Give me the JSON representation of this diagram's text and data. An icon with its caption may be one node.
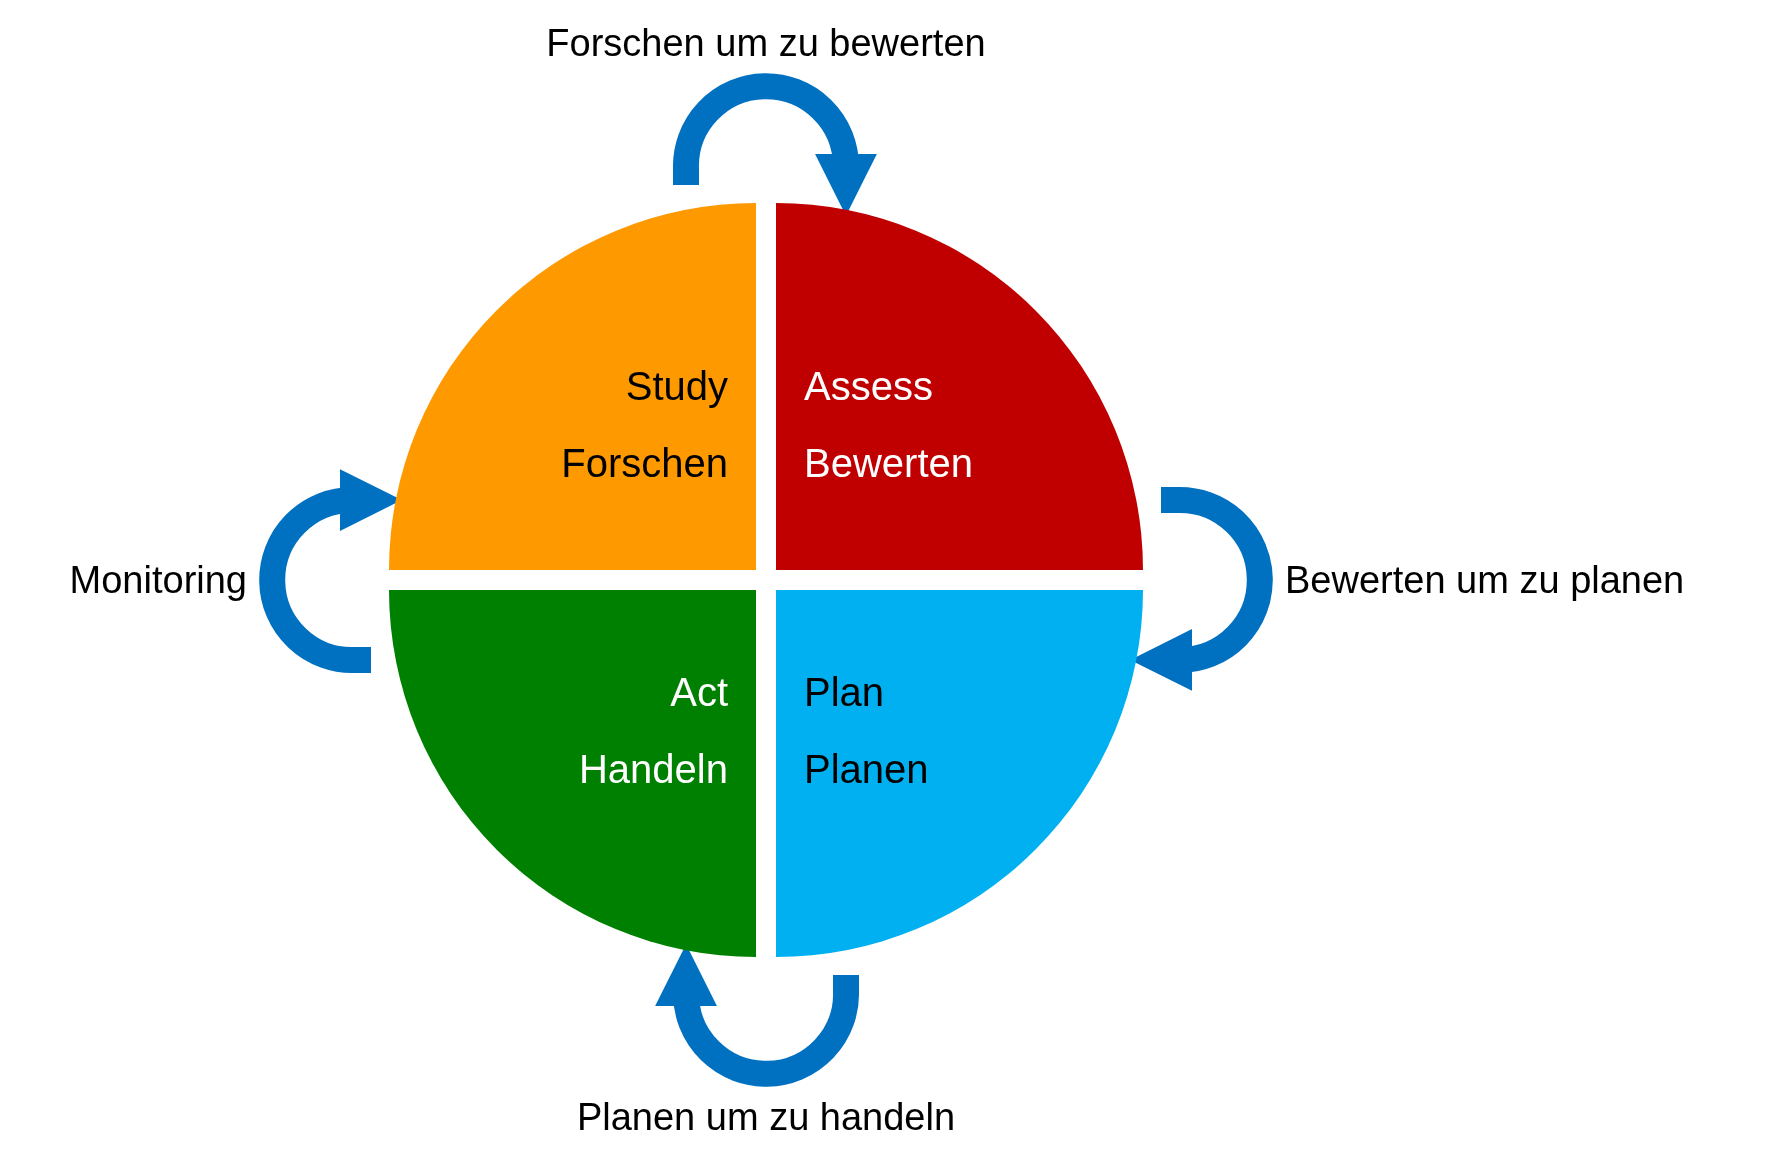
{
  "diagram": {
    "nodes": [
      {
        "text": [
          "Study",
          "Forschen"
        ]
      },
      {
        "text": [
          "Assess",
          "Bewerten"
        ]
      },
      {
        "text": [
          "Act",
          "Handeln"
        ]
      },
      {
        "text": [
          "Plan",
          "Planen"
        ]
      }
    ],
    "edges": [
      {
        "from": 0,
        "to": 1,
        "arrow": "to",
        "label": "Forschen um zu bewerten"
      },
      {
        "from": 1,
        "to": 3,
        "arrow": "to",
        "label": "Bewerten um zu planen"
      },
      {
        "from": 3,
        "to": 2,
        "arrow": "to",
        "label": "Planen um zu handeln"
      },
      {
        "from": 2,
        "to": 0,
        "arrow": "to",
        "label": "Monitoring"
      }
    ]
  }
}
